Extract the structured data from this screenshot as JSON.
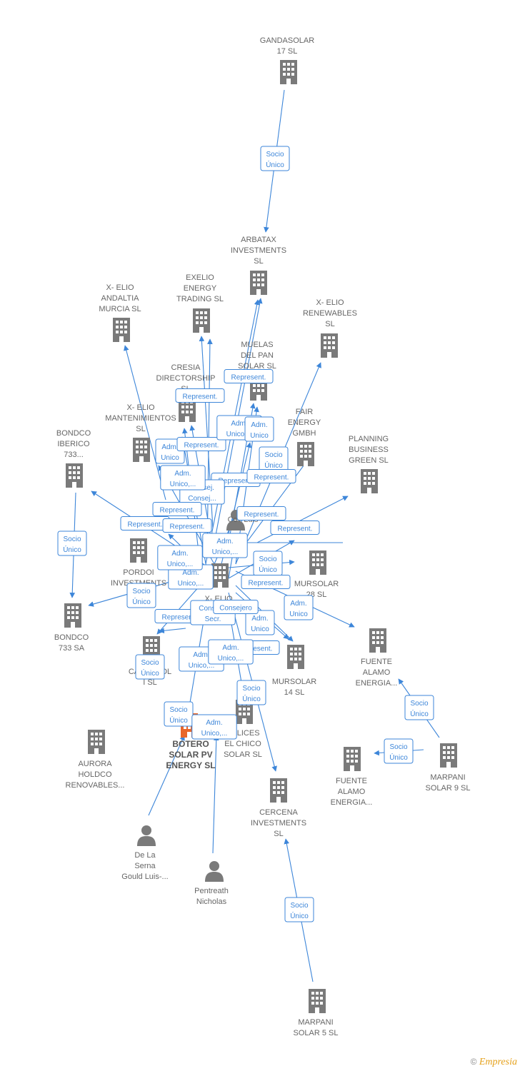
{
  "nodes": [
    {
      "id": "gandasolar",
      "type": "company",
      "label": [
        "GANDASOLAR",
        "17  SL"
      ]
    },
    {
      "id": "arbatax",
      "type": "company",
      "label": [
        "ARBATAX",
        "INVESTMENTS",
        "SL"
      ]
    },
    {
      "id": "xelio_andaltia",
      "type": "company",
      "label": [
        "X- ELIO",
        "ANDALTIA",
        "MURCIA  SL"
      ]
    },
    {
      "id": "exelio_energy",
      "type": "company",
      "label": [
        "EXELIO",
        "ENERGY",
        "TRADING  SL"
      ]
    },
    {
      "id": "xelio_renewables",
      "type": "company",
      "label": [
        "X- ELIO",
        "RENEWABLES",
        "SL"
      ]
    },
    {
      "id": "muelas",
      "type": "company",
      "label": [
        "MUELAS",
        "DEL PAN",
        "SOLAR SL"
      ]
    },
    {
      "id": "cresia",
      "type": "company",
      "label": [
        "CRESIA",
        "DIRECTORSHIP",
        "SL"
      ]
    },
    {
      "id": "xelio_mant",
      "type": "company",
      "label": [
        "X- ELIO",
        "MANTENIMIENTOS",
        "SL"
      ]
    },
    {
      "id": "fair",
      "type": "company",
      "label": [
        "FAIR",
        "ENERGY",
        "GMBH"
      ]
    },
    {
      "id": "bondco_iberico",
      "type": "company",
      "label": [
        "BONDCO",
        "IBERICO",
        "733..."
      ]
    },
    {
      "id": "planning",
      "type": "company",
      "label": [
        "PLANNING",
        "BUSINESS",
        "GREEN  SL"
      ]
    },
    {
      "id": "pordoi",
      "type": "company",
      "label": [
        "PORDOI",
        "INVESTMENTS"
      ]
    },
    {
      "id": "mursolar",
      "type": "company",
      "label": [
        "MURSOLAR",
        "28 SL"
      ]
    },
    {
      "id": "xelio_center",
      "type": "company",
      "label": [
        "X- ELIO"
      ]
    },
    {
      "id": "bondco_733",
      "type": "company",
      "label": [
        "BONDCO",
        "733 SA"
      ]
    },
    {
      "id": "fuente_alamo_1",
      "type": "company",
      "label": [
        "FUENTE",
        "ALAMO",
        "ENERGIA..."
      ]
    },
    {
      "id": "cantosol",
      "type": "company",
      "label": [
        "CANTOSOL",
        "I  SL"
      ]
    },
    {
      "id": "mursolar_14",
      "type": "company",
      "label": [
        "MURSOLAR",
        "14 SL"
      ]
    },
    {
      "id": "aurora",
      "type": "company",
      "label": [
        "AURORA",
        "HOLDCO",
        "RENOVABLES..."
      ]
    },
    {
      "id": "botero",
      "type": "company",
      "main": true,
      "label": [
        "BOTERO",
        "SOLAR PV",
        "ENERGY  SL"
      ]
    },
    {
      "id": "calices",
      "type": "company",
      "label": [
        "CALICES",
        "EL CHICO",
        "SOLAR SL"
      ]
    },
    {
      "id": "fuente_alamo_2",
      "type": "company",
      "label": [
        "FUENTE",
        "ALAMO",
        "ENERGIA..."
      ]
    },
    {
      "id": "marpani_9",
      "type": "company",
      "label": [
        "MARPANI",
        "SOLAR 9  SL"
      ]
    },
    {
      "id": "cercena",
      "type": "company",
      "label": [
        "CERCENA",
        "INVESTMENTS",
        "SL"
      ]
    },
    {
      "id": "marpani_5",
      "type": "company",
      "label": [
        "MARPANI",
        "SOLAR 5  SL"
      ]
    },
    {
      "id": "person_center",
      "type": "person",
      "label": [
        "Cov Luis"
      ]
    },
    {
      "id": "delaserna",
      "type": "person",
      "label": [
        "De La",
        "Serna",
        "Gould Luis-..."
      ]
    },
    {
      "id": "pentreath",
      "type": "person",
      "label": [
        "Pentreath",
        "Nicholas"
      ]
    }
  ],
  "edges": [
    {
      "from": "gandasolar",
      "to": "arbatax",
      "label": [
        "Socio",
        "Único"
      ]
    },
    {
      "from": "bondco_iberico",
      "to": "bondco_733",
      "label": [
        "Socio",
        "Único"
      ]
    },
    {
      "from": "marpani_9",
      "to": "fuente_alamo_1",
      "label": [
        "Socio",
        "Único"
      ]
    },
    {
      "from": "marpani_9",
      "to": "fuente_alamo_2",
      "label": [
        "Socio",
        "Único"
      ]
    },
    {
      "from": "marpani_5",
      "to": "cercena",
      "label": [
        "Socio",
        "Único"
      ]
    },
    {
      "from": "hub",
      "to": "xelio_andaltia",
      "label": [
        "Adm.",
        "Unico"
      ]
    },
    {
      "from": "hub",
      "to": "exelio_energy",
      "label": [
        "Represent."
      ]
    },
    {
      "from": "hub",
      "to": "arbatax",
      "label": [
        "Represent."
      ]
    },
    {
      "from": "hub",
      "to": "muelas",
      "label": [
        "Adm.",
        "Unico,..."
      ]
    },
    {
      "from": "hub",
      "to": "cresia",
      "label": [
        "Represent."
      ]
    },
    {
      "from": "hub",
      "to": "xelio_renewables",
      "label": [
        "Socio",
        "Único"
      ]
    },
    {
      "from": "hub",
      "to": "fair",
      "label": [
        "Represent."
      ]
    },
    {
      "from": "hub",
      "to": "planning",
      "label": [
        "Adm.",
        "Unico,..."
      ]
    },
    {
      "from": "hub",
      "to": "xelio_mant",
      "label": [
        "Represent."
      ]
    },
    {
      "from": "hub",
      "to": "bondco_iberico",
      "label": [
        "Socio",
        "Único"
      ]
    },
    {
      "from": "hub",
      "to": "mursolar",
      "label": [
        "Adm.",
        "Unico"
      ]
    },
    {
      "from": "hub",
      "to": "fuente_alamo_1",
      "label": [
        "Socio",
        "Único"
      ]
    },
    {
      "from": "hub",
      "to": "bondco_733",
      "label": [
        "Socio",
        "Único"
      ]
    },
    {
      "from": "hub",
      "to": "cantosol",
      "label": [
        "Adm.",
        "Unico"
      ]
    },
    {
      "from": "hub",
      "to": "mursolar_14",
      "label": [
        "Represent."
      ]
    },
    {
      "from": "hub",
      "to": "aurora",
      "label": [
        "Socio",
        "Único"
      ]
    },
    {
      "from": "hub",
      "to": "calices",
      "label": [
        "Adm.",
        "Unico,..."
      ]
    },
    {
      "from": "hub",
      "to": "fuente_alamo_2",
      "label": [
        "Socio",
        "Único"
      ]
    },
    {
      "from": "hub",
      "to": "cercena",
      "label": [
        "Adm.",
        "Unico,..."
      ]
    },
    {
      "from": "hub",
      "to": "pordoi",
      "label": [
        "Adm.",
        "Unico,..."
      ]
    },
    {
      "from": "delaserna",
      "to": "botero",
      "label": [
        "Consej. ,",
        "Secr."
      ]
    },
    {
      "from": "pentreath",
      "to": "botero",
      "label": [
        "Consejero"
      ]
    },
    {
      "from": "hub",
      "to": "xelio_center",
      "label": [
        "Represent."
      ]
    },
    {
      "from": "hub",
      "to": "muelas",
      "label": [
        "Adm.",
        "Unico,..."
      ]
    },
    {
      "from": "hub",
      "to": "mursolar",
      "label": [
        "Represent."
      ]
    },
    {
      "from": "hub",
      "to": "person_center",
      "label": [
        "Consej.",
        "Consej..."
      ]
    },
    {
      "from": "hub",
      "to": "arbatax",
      "label": [
        "Adm.",
        "Unico"
      ]
    },
    {
      "from": "hub",
      "to": "exelio_energy",
      "label": [
        "Adm.",
        "Unico,..."
      ]
    },
    {
      "from": "hub",
      "to": "fair",
      "label": [
        "Represent."
      ]
    },
    {
      "from": "hub",
      "to": "cresia",
      "label": [
        "Represent."
      ]
    },
    {
      "from": "hub",
      "to": "planning",
      "label": [
        "Represent."
      ]
    },
    {
      "from": "hub",
      "to": "muelas",
      "label": [
        "Represent."
      ]
    },
    {
      "from": "hub",
      "to": "mursolar_14",
      "label": [
        "Represent."
      ]
    },
    {
      "from": "hub",
      "to": "calices",
      "label": [
        "Adm.",
        "Unico,..."
      ]
    }
  ],
  "footer": {
    "copyright": "©",
    "brand": "Empresia"
  }
}
